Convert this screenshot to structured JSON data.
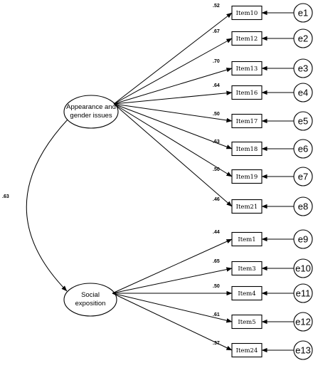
{
  "factors": [
    {
      "id": "appearance",
      "label_lines": [
        "Appearance and",
        "gender issues"
      ],
      "indicators": [
        {
          "item": "Item10",
          "loading": ".52",
          "error": "e1"
        },
        {
          "item": "Item12",
          "loading": ".67",
          "error": "e2"
        },
        {
          "item": "Item13",
          "loading": ".70",
          "error": "e3"
        },
        {
          "item": "Item16",
          "loading": ".64",
          "error": "e4"
        },
        {
          "item": "Item17",
          "loading": ".50",
          "error": "e5"
        },
        {
          "item": "Item18",
          "loading": ".63",
          "error": "e6"
        },
        {
          "item": "Item19",
          "loading": ".50",
          "error": "e7"
        },
        {
          "item": "Item21",
          "loading": ".46",
          "error": "e8"
        }
      ]
    },
    {
      "id": "social",
      "label_lines": [
        "Social",
        "exposition"
      ],
      "indicators": [
        {
          "item": "Item1",
          "loading": ".44",
          "error": "e9"
        },
        {
          "item": "Item3",
          "loading": ".65",
          "error": "e10"
        },
        {
          "item": "Item4",
          "loading": ".50",
          "error": "e11"
        },
        {
          "item": "Item5",
          "loading": ".61",
          "error": "e12"
        },
        {
          "item": "Item24",
          "loading": ".37",
          "error": "e13"
        }
      ]
    }
  ],
  "correlation": ".63"
}
